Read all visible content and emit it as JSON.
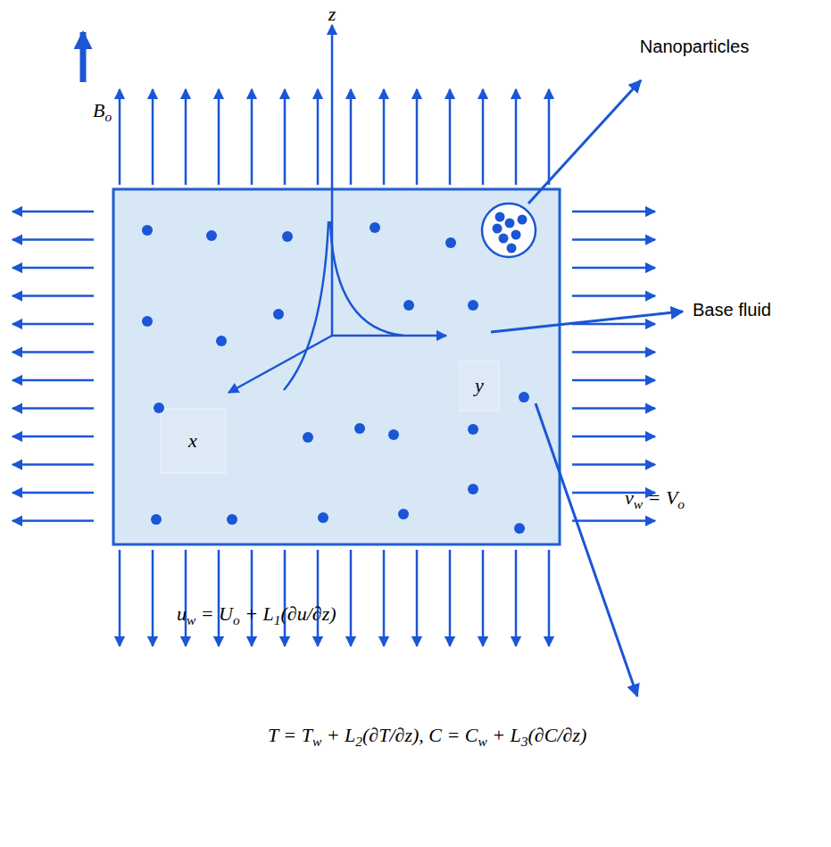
{
  "diagram": {
    "labels": [
      "z",
      "Bo",
      "Nanoparticles",
      "Base fluid",
      "y",
      "x",
      "vw = Vo",
      "uw = Uo + L1(∂u/∂z)",
      "T = Tw + L2(∂T/∂z), C = Cw + L3(∂C/∂z)"
    ]
  }
}
